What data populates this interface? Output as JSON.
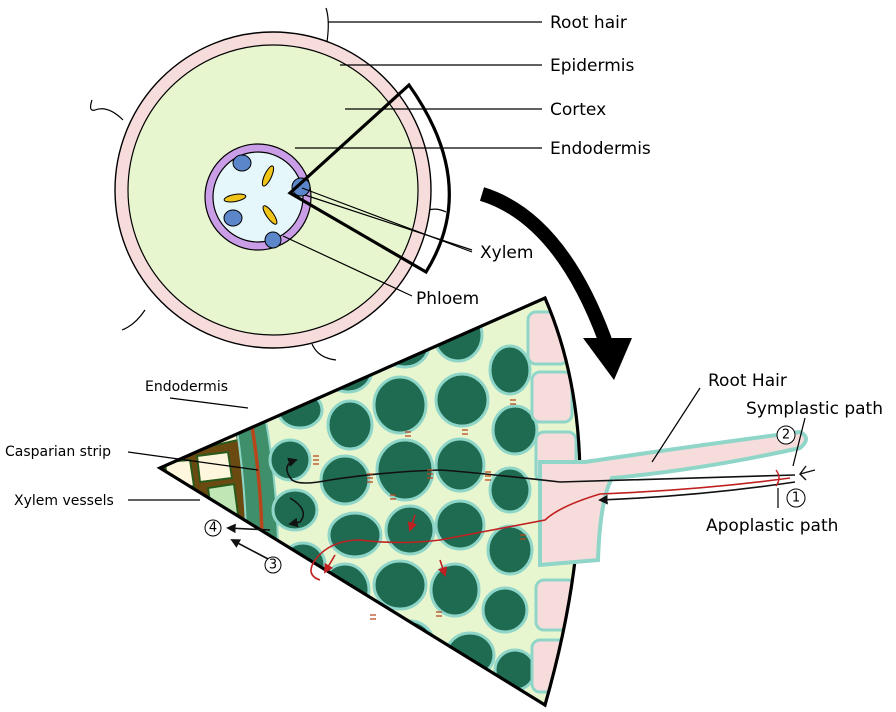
{
  "labels": {
    "root_hair_top": "Root hair",
    "epidermis": "Epidermis",
    "cortex": "Cortex",
    "endodermis_top": "Endodermis",
    "xylem": "Xylem",
    "phloem": "Phloem",
    "root_hair_detail": "Root Hair",
    "symplastic_path": "Symplastic path",
    "apoplastic_path": "Apoplastic path",
    "endodermis_detail": "Endodermis",
    "casparian_strip": "Casparian strip",
    "xylem_vessels": "Xylem vessels"
  },
  "markers": {
    "m1": "1",
    "m2": "2",
    "m3": "3",
    "m4": "4"
  },
  "colors": {
    "epidermis": "#f7dcdc",
    "cortex": "#e8f6d0",
    "endodermis_ring": "#c99ee6",
    "stele": "#e6f7fb",
    "xylem_cell": "#5b86c9",
    "phloem_cell": "#f0c419",
    "cortex_cell": "#1f6b52",
    "cell_wall": "#8fd6c9",
    "casparian": "#b8451b",
    "xylem_vessel_fill": "#fff7dd",
    "xylem_vessel_wall": "#6b4a12",
    "apoplastic": "#c02020",
    "arrow": "#111111"
  }
}
